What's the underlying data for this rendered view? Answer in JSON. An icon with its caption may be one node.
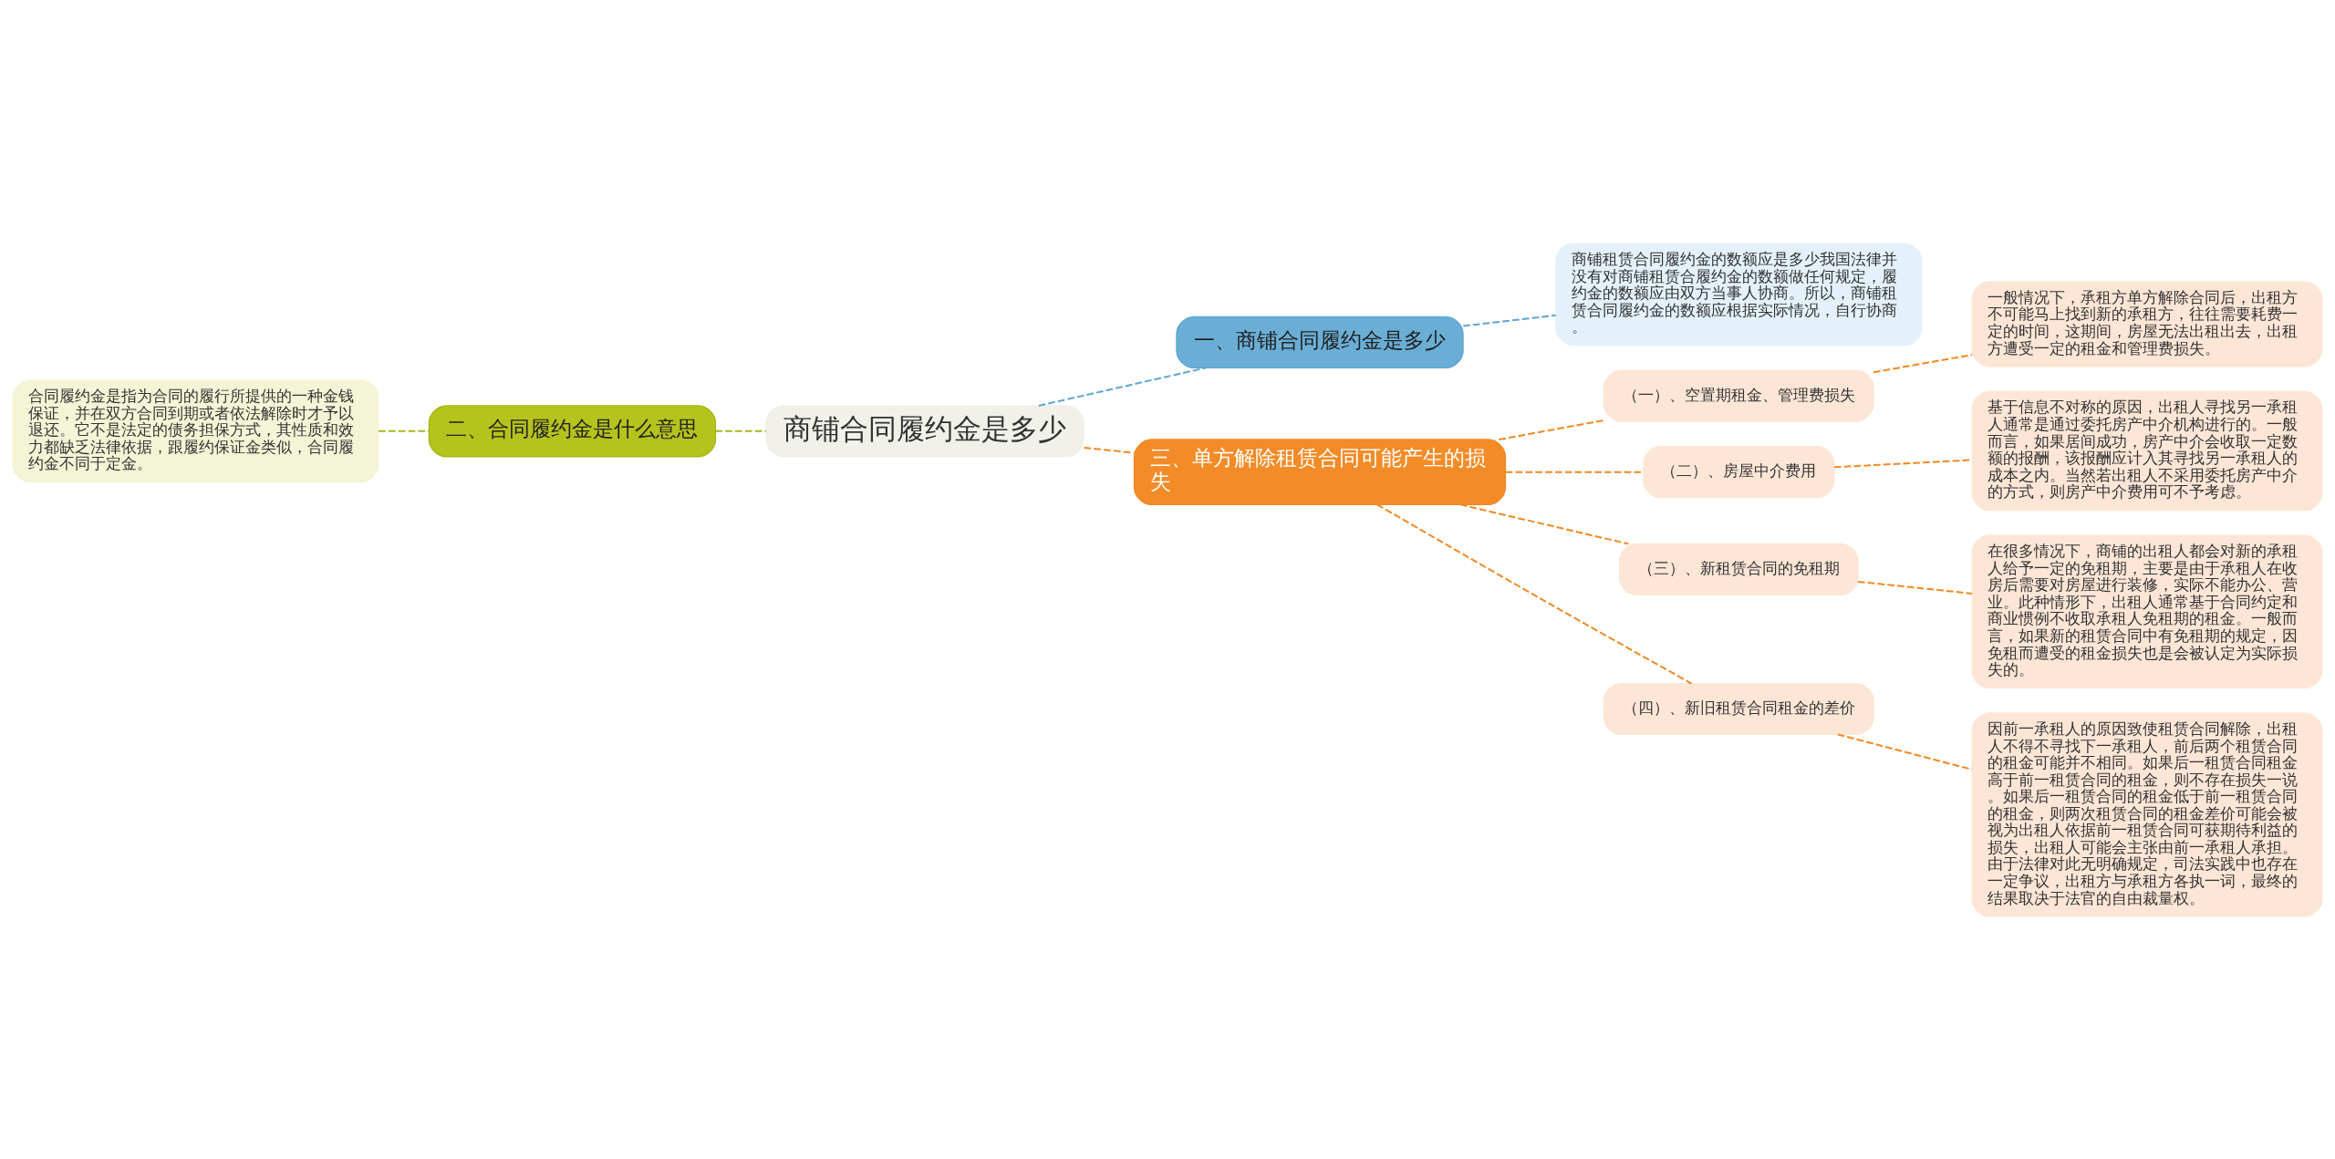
{
  "diagram": {
    "nodes": [
      {
        "text": [
          "商铺合同履约金是多少"
        ]
      },
      {
        "text": [
          "一、商铺合同履约金是多少"
        ]
      },
      {
        "text": [
          "商铺租赁合同履约金的数额应是多少我国法律并没有对商铺租赁合履约金的数额做任何规定，履约金的数额应由双方当事人协商。所以，商铺租赁合同履约金的数额应根据实际情况，自行协商。"
        ]
      },
      {
        "text": [
          "二、合同履约金是什么意思"
        ]
      },
      {
        "text": [
          "合同履约金是指为合同的履行所提供的一种金钱保证，并在双方合同到期或者依法解除时才予以退还。它不是法定的债务担保方式，其性质和效力都缺乏法律依据，跟履约保证金类似，合同履约金不同于定金。"
        ]
      },
      {
        "text": [
          "三、单方解除租赁合同可能产生的损失"
        ]
      },
      {
        "text": [
          "（一）、空置期租金、管理费损失"
        ]
      },
      {
        "text": [
          "一般情况下，承租方单方解除合同后，出租方不可能马上找到新的承租方，往往需要耗费一定的时间，这期间，房屋无法出租出去，出租方遭受一定的租金和管理费损失。"
        ]
      },
      {
        "text": [
          "（二）、房屋中介费用"
        ]
      },
      {
        "text": [
          "基于信息不对称的原因，出租人寻找另一承租人通常是通过委托房产中介机构进行的。一般而言，如果居间成功，房产中介会收取一定数额的报酬，该报酬应计入其寻找另一承租人的成本之内。当然若出租人不采用委托房产中介的方式，则房产中介费用可不予考虑。"
        ]
      },
      {
        "text": [
          "（三）、新租赁合同的免租期"
        ]
      },
      {
        "text": [
          "在很多情况下，商铺的出租人都会对新的承租人给予一定的免租期，主要是由于承租人在收房后需要对房屋进行装修，实际不能办公、营业。此种情形下，出租人通常基于合同约定和商业惯例不收取承租人免租期的租金。一般而言，如果新的租赁合同中有免租期的规定，因免租而遭受的租金损失也是会被认定为实际损失的。"
        ]
      },
      {
        "text": [
          "（四）、新旧租赁合同租金的差价"
        ]
      },
      {
        "text": [
          "因前一承租人的原因致使租赁合同解除，出租人不得不寻找下一承租人，前后两个租赁合同的租金可能并不相同。如果后一租赁合同租金高于前一租赁合同的租金，则不存在损失一说。如果后一租赁合同的租金低于前一租赁合同的租金，则两次租赁合同的租金差价可能会被视为出租人依据前一租赁合同可获期待利益的损失，出租人可能会主张由前一承租人承担。由于法律对此无明确规定，司法实践中也存在一定争议，出租方与承租方各执一词，最终的结果取决于法官的自由裁量权。"
        ]
      }
    ],
    "edges": [
      {
        "from": 0,
        "to": 1,
        "arrow": "none",
        "style": "dashed",
        "color": "#5ea7cf"
      },
      {
        "from": 1,
        "to": 2,
        "arrow": "none",
        "style": "dashed",
        "color": "#5ea7cf"
      },
      {
        "from": 0,
        "to": 3,
        "arrow": "none",
        "style": "dashed",
        "color": "#a9b81d"
      },
      {
        "from": 3,
        "to": 4,
        "arrow": "none",
        "style": "dashed",
        "color": "#a9b81d"
      },
      {
        "from": 0,
        "to": 5,
        "arrow": "none",
        "style": "dashed"
      },
      {
        "from": 5,
        "to": 6,
        "arrow": "none",
        "style": "dashed"
      },
      {
        "from": 6,
        "to": 7,
        "arrow": "none",
        "style": "dashed"
      },
      {
        "from": 5,
        "to": 8,
        "arrow": "none",
        "style": "dashed"
      },
      {
        "from": 8,
        "to": 9,
        "arrow": "none",
        "style": "dashed"
      },
      {
        "from": 5,
        "to": 10,
        "arrow": "none",
        "style": "dashed"
      },
      {
        "from": 10,
        "to": 11,
        "arrow": "none",
        "style": "dashed"
      },
      {
        "from": 5,
        "to": 12,
        "arrow": "none",
        "style": "dashed"
      },
      {
        "from": 12,
        "to": 13,
        "arrow": "none",
        "style": "dashed"
      }
    ]
  }
}
